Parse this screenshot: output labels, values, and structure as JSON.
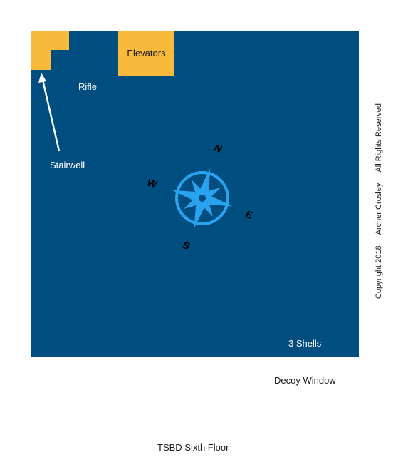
{
  "map": {
    "title": "TSBD Sixth Floor",
    "labels": {
      "elevators": "Elevators",
      "rifle": "Rifle",
      "stairwell": "Stairwell",
      "shells": "3 Shells",
      "decoy_window": "Decoy Window"
    },
    "compass": {
      "n": "N",
      "e": "E",
      "s": "S",
      "w": "W"
    },
    "copyright": {
      "line1": "Copyright 2018",
      "line2": "Archer Crosley",
      "line3": "All Rights Reserved"
    },
    "colors": {
      "floor": "#004e7f",
      "structure": "#f9b93b",
      "compass": "#29a3f0",
      "arrow": "#ffffff"
    }
  }
}
